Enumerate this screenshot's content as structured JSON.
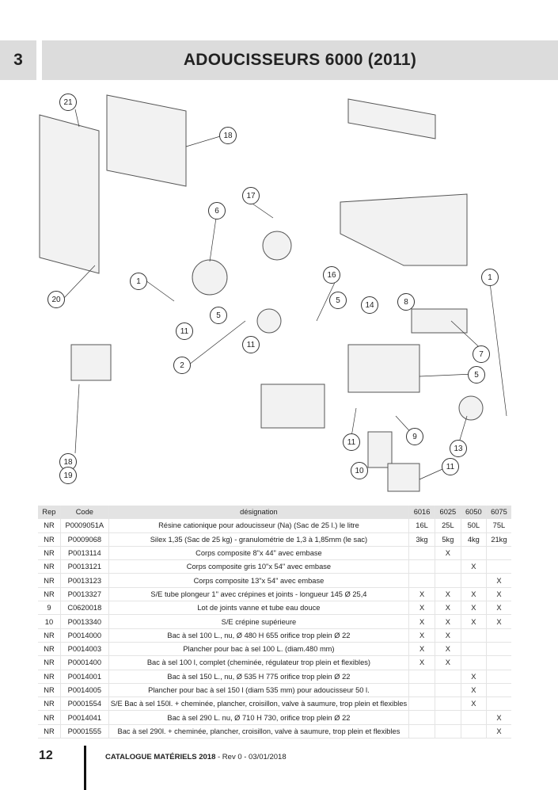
{
  "header": {
    "section_number": "3",
    "title": "ADOUCISSEURS 6000 (2011)"
  },
  "diagram": {
    "callouts": [
      "21",
      "18",
      "17",
      "6",
      "1",
      "20",
      "11",
      "5",
      "16",
      "5",
      "14",
      "8",
      "1",
      "7",
      "5",
      "11",
      "2",
      "11",
      "9",
      "13",
      "10",
      "11",
      "18",
      "19"
    ]
  },
  "table": {
    "columns": [
      "Rep",
      "Code",
      "désignation",
      "6016",
      "6025",
      "6050",
      "6075"
    ],
    "rows": [
      [
        "NR",
        "P0009051A",
        "Résine cationique pour adoucisseur (Na) (Sac de 25 l.) le litre",
        "16L",
        "25L",
        "50L",
        "75L"
      ],
      [
        "NR",
        "P0009068",
        "Silex 1,35 (Sac de 25 kg) - granulométrie de 1,3 à 1,85mm (le sac)",
        "3kg",
        "5kg",
        "4kg",
        "21kg"
      ],
      [
        "NR",
        "P0013114",
        "Corps composite 8\"x 44\" avec embase",
        "",
        "X",
        "",
        ""
      ],
      [
        "NR",
        "P0013121",
        "Corps composite gris 10\"x 54\" avec embase",
        "",
        "",
        "X",
        ""
      ],
      [
        "NR",
        "P0013123",
        "Corps composite 13\"x 54\" avec embase",
        "",
        "",
        "",
        "X"
      ],
      [
        "NR",
        "P0013327",
        "S/E tube plongeur 1\" avec crépines et joints - longueur 145 Ø 25,4",
        "X",
        "X",
        "X",
        "X"
      ],
      [
        "9",
        "C0620018",
        "Lot de joints vanne et tube eau douce",
        "X",
        "X",
        "X",
        "X"
      ],
      [
        "10",
        "P0013340",
        "S/E crépine supérieure",
        "X",
        "X",
        "X",
        "X"
      ],
      [
        "NR",
        "P0014000",
        "Bac à sel 100 L., nu, Ø 480 H 655 orifice trop plein Ø 22",
        "X",
        "X",
        "",
        ""
      ],
      [
        "NR",
        "P0014003",
        "Plancher pour bac à sel 100 L. (diam.480 mm)",
        "X",
        "X",
        "",
        ""
      ],
      [
        "NR",
        "P0001400",
        "Bac à sel 100 l, complet (cheminée, régulateur trop plein et flexibles)",
        "X",
        "X",
        "",
        ""
      ],
      [
        "NR",
        "P0014001",
        "Bac à sel 150 L., nu, Ø 535 H 775 orifice trop plein Ø 22",
        "",
        "",
        "X",
        ""
      ],
      [
        "NR",
        "P0014005",
        "Plancher pour bac à sel 150 l (diam 535 mm) pour adoucisseur 50 l.",
        "",
        "",
        "X",
        ""
      ],
      [
        "NR",
        "P0001554",
        "S/E Bac à sel 150l. + cheminée, plancher, croisillon, valve à saumure, trop plein et flexibles",
        "",
        "",
        "X",
        ""
      ],
      [
        "NR",
        "P0014041",
        "Bac à sel 290 L. nu, Ø 710 H 730, orifice trop plein Ø 22",
        "",
        "",
        "",
        "X"
      ],
      [
        "NR",
        "P0001555",
        "Bac à sel 290l. + cheminée, plancher, croisillon, valve à saumure, trop plein et flexibles",
        "",
        "",
        "",
        "X"
      ]
    ]
  },
  "footer": {
    "page_number": "12",
    "catalogue": "CATALOGUE MATÉRIELS 2018",
    "revision": " - Rev 0 - 03/01/2018"
  }
}
